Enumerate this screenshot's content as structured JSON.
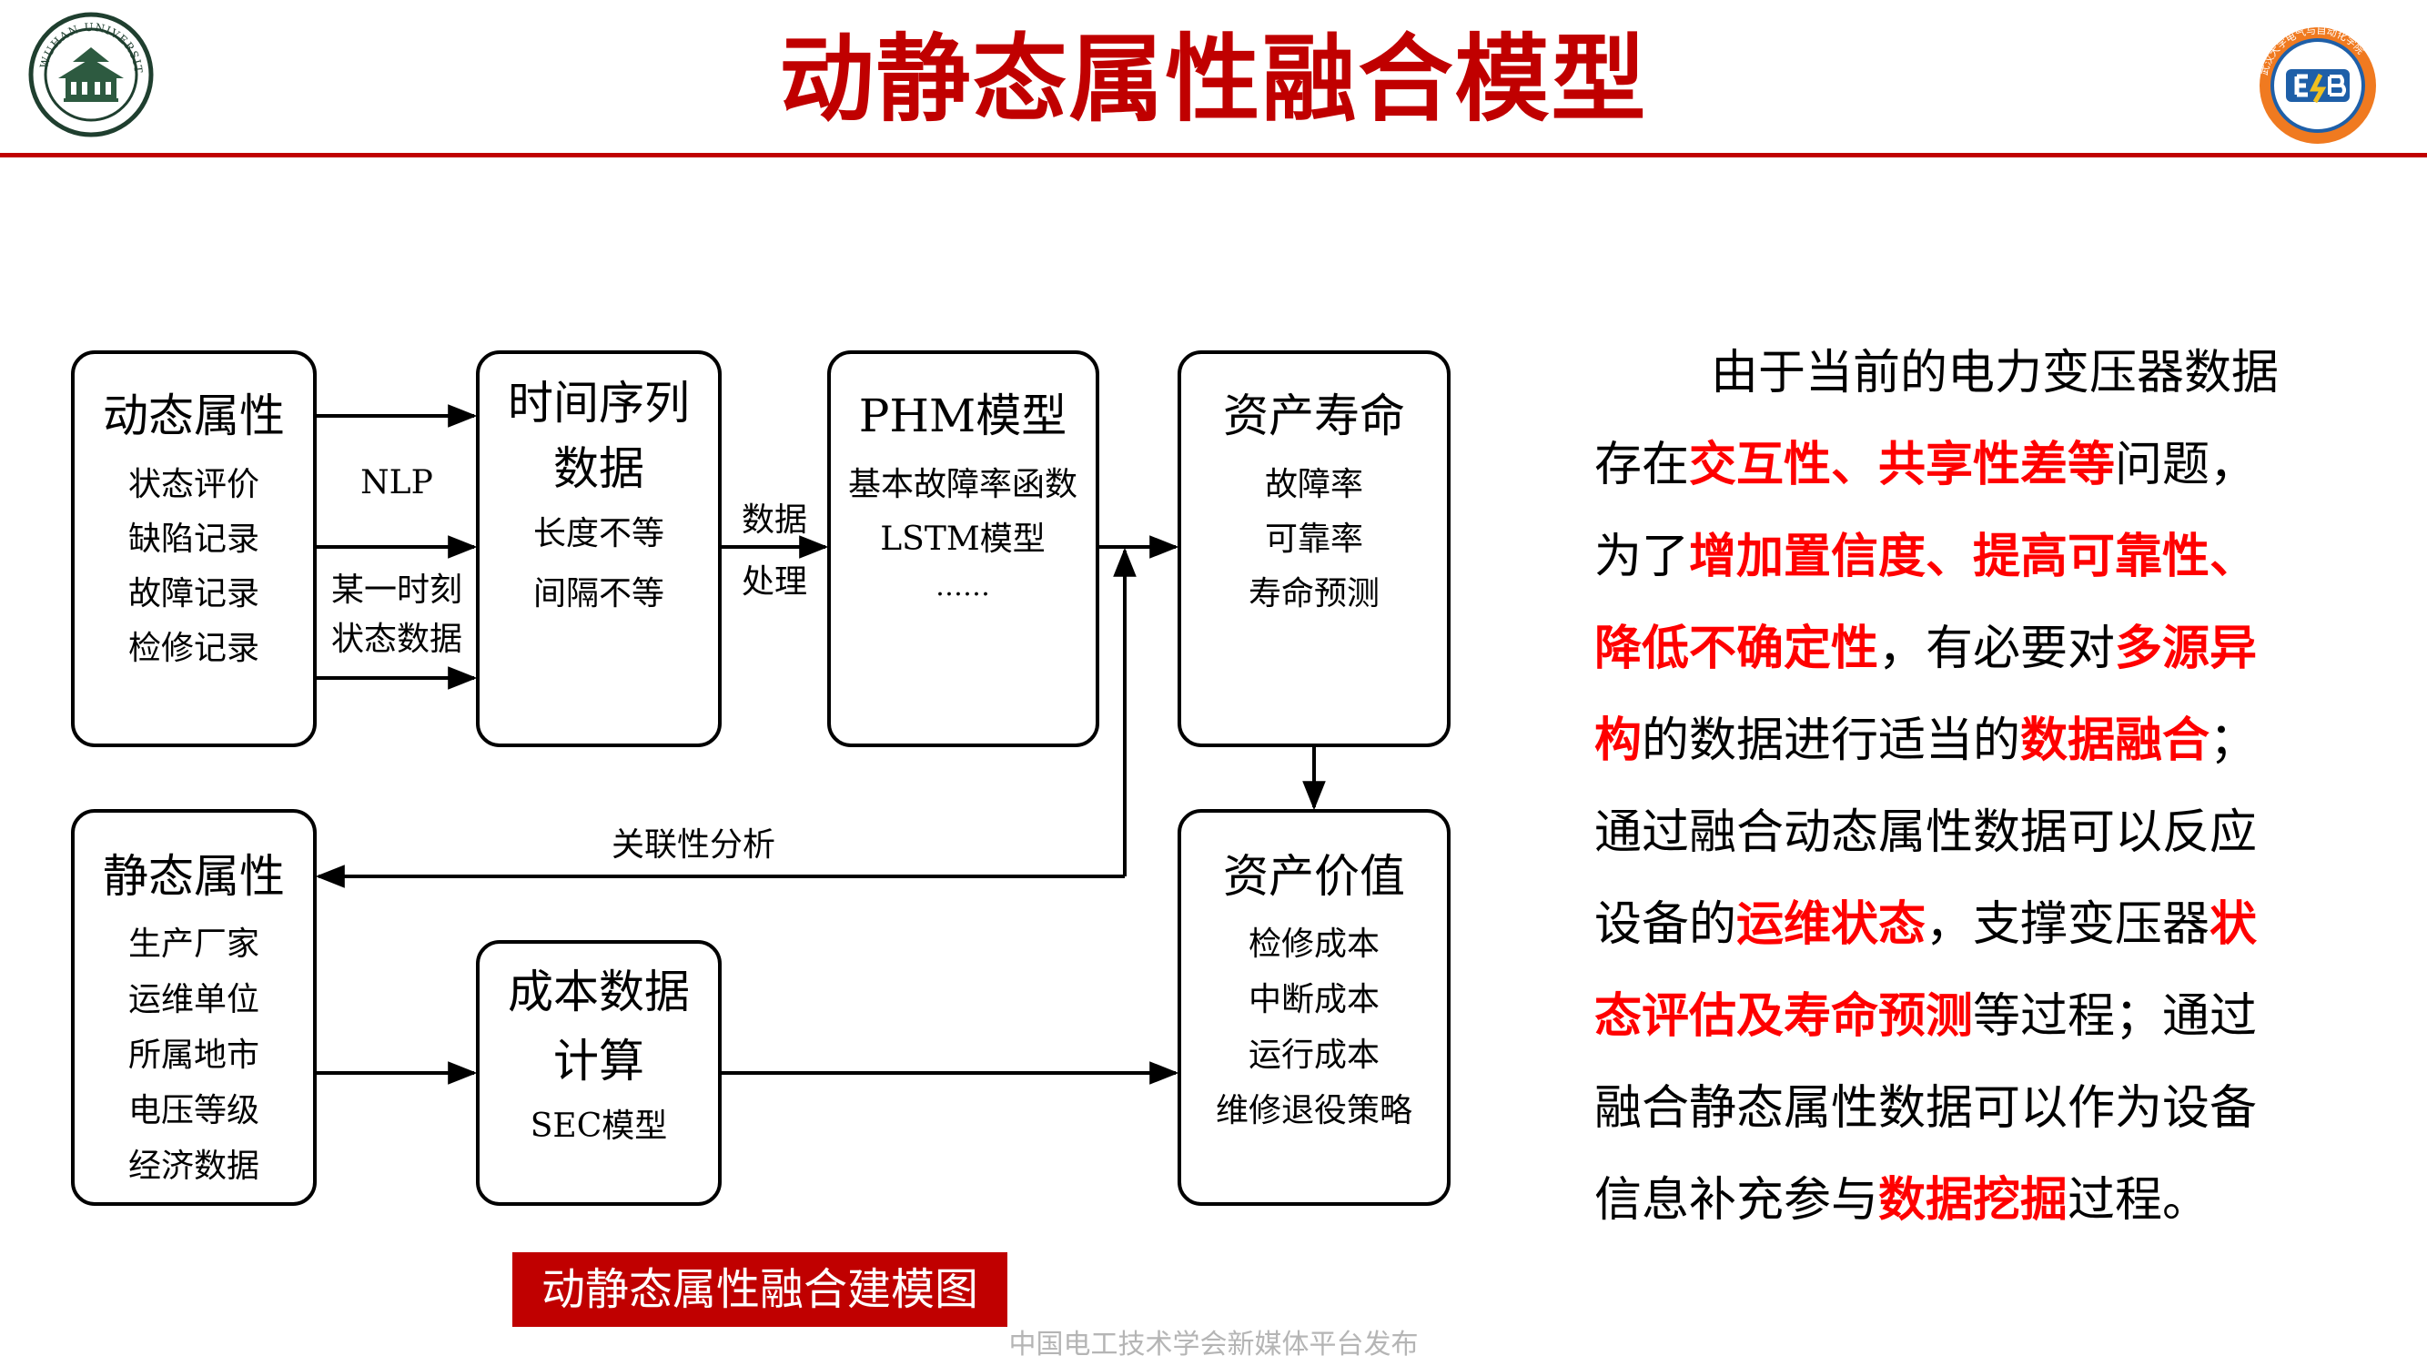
{
  "title": "动静态属性融合模型",
  "logos": {
    "left": {
      "icon": "wuhan-university-seal-icon",
      "text": "WUHAN UNIVERSITY"
    },
    "right": {
      "icon": "school-of-electrical-engineering-logo-icon",
      "text": "武汉大学电气与自动化学院"
    }
  },
  "colors": {
    "accent": "#c00000",
    "highlight": "#ff0000",
    "footer": "#b5b5b5"
  },
  "diagram": {
    "boxes": {
      "dynamic": {
        "title": "动态属性",
        "items": [
          "状态评价",
          "缺陷记录",
          "故障记录",
          "检修记录"
        ]
      },
      "time_series": {
        "title_lines": [
          "时间序列",
          "数据"
        ],
        "items": [
          "长度不等",
          "间隔不等"
        ]
      },
      "phm": {
        "title": "PHM模型",
        "items": [
          "基本故障率函数",
          "LSTM模型",
          "……"
        ]
      },
      "asset_life": {
        "title": "资产寿命",
        "items": [
          "故障率",
          "可靠率",
          "寿命预测"
        ]
      },
      "static": {
        "title": "静态属性",
        "items": [
          "生产厂家",
          "运维单位",
          "所属地市",
          "电压等级",
          "经济数据"
        ]
      },
      "cost": {
        "title_lines": [
          "成本数据",
          "计算"
        ],
        "items": [
          "SEC模型"
        ]
      },
      "asset_value": {
        "title": "资产价值",
        "items": [
          "检修成本",
          "中断成本",
          "运行成本",
          "维修退役策略"
        ]
      }
    },
    "edge_labels": {
      "nlp": "NLP",
      "moment_lines": [
        "某一时刻",
        "状态数据"
      ],
      "process_lines": [
        "数据",
        "处理"
      ],
      "correlation": "关联性分析"
    }
  },
  "caption": "动静态属性融合建模图",
  "footer": "中国电工技术学会新媒体平台发布",
  "paragraph": {
    "lines": [
      [
        {
          "t": "由于当前的电力变压器数据",
          "h": false
        }
      ],
      [
        {
          "t": "存在",
          "h": false
        },
        {
          "t": "交互性、共享性差等",
          "h": true
        },
        {
          "t": "问题，",
          "h": false
        }
      ],
      [
        {
          "t": "为了",
          "h": false
        },
        {
          "t": "增加置信度、提高可靠性、",
          "h": true
        }
      ],
      [
        {
          "t": "降低不确定性",
          "h": true
        },
        {
          "t": "，有必要对",
          "h": false
        },
        {
          "t": "多源异",
          "h": true
        }
      ],
      [
        {
          "t": "构",
          "h": true
        },
        {
          "t": "的数据进行适当的",
          "h": false
        },
        {
          "t": "数据融合",
          "h": true
        },
        {
          "t": "；",
          "h": false
        }
      ],
      [
        {
          "t": "通过融合动态属性数据可以反应",
          "h": false
        }
      ],
      [
        {
          "t": "设备的",
          "h": false
        },
        {
          "t": "运维状态",
          "h": true
        },
        {
          "t": "，支撑变压器",
          "h": false
        },
        {
          "t": "状",
          "h": true
        }
      ],
      [
        {
          "t": "态评估及寿命预测",
          "h": true
        },
        {
          "t": "等过程；通过",
          "h": false
        }
      ],
      [
        {
          "t": "融合静态属性数据可以作为设备",
          "h": false
        }
      ],
      [
        {
          "t": "信息补充参与",
          "h": false
        },
        {
          "t": "数据挖掘",
          "h": true
        },
        {
          "t": "过程。",
          "h": false
        }
      ]
    ]
  }
}
